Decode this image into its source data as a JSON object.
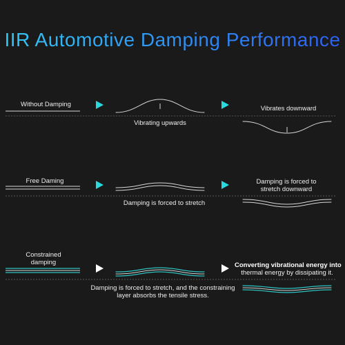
{
  "title": "IIR Automotive Damping Performance",
  "colors": {
    "background": "#1a1a1a",
    "title_gradient_start": "#35c9f5",
    "title_gradient_end": "#2d5ff0",
    "arrow_cyan": "#2ad8e0",
    "arrow_white": "#ffffff",
    "stripe_accent": "#2ec4c4",
    "line": "#d8d8d8",
    "divider": "#6a6a6a"
  },
  "rows": [
    {
      "label": "Without Damping",
      "middle_caption": "Vibrating upwards",
      "right_caption": "Vibrates downward",
      "arrow_icon": "cyan-triangle-arrow-icon"
    },
    {
      "label": "Free Daming",
      "middle_caption": "Damping is forced to stretch",
      "right_caption_lines": [
        "Damping is forced to",
        "stretch downward"
      ],
      "arrow_icon": "cyan-triangle-arrow-icon"
    },
    {
      "label_lines": [
        "Constrained",
        "damping"
      ],
      "middle_caption_lines": [
        "Damping is forced to stretch, and the constraining",
        "layer absorbs the tensile stress."
      ],
      "right_caption_lines": [
        "Converting vibrational energy into",
        "thermal energy by dissipating it."
      ],
      "arrow_icon": "white-triangle-arrow-icon"
    }
  ]
}
